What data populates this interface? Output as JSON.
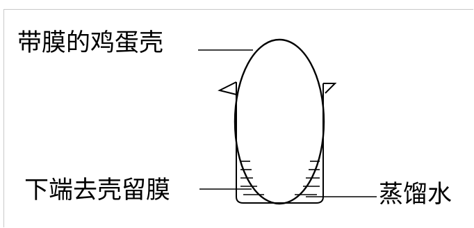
{
  "labels": {
    "eggshell_with_membrane": "带膜的鸡蛋壳",
    "bottom_shell_removed": "下端去壳留膜",
    "distilled_water": "蒸馏水"
  }
}
